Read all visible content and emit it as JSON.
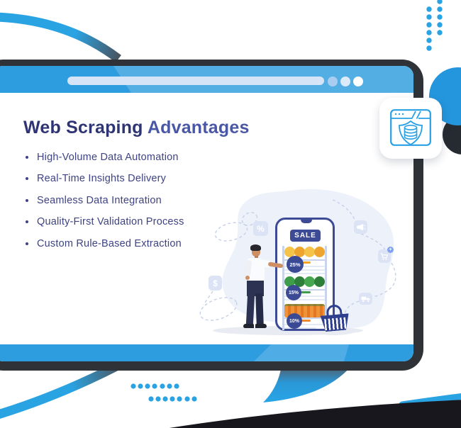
{
  "title": {
    "primary": "Web Scraping",
    "accent": "Advantages"
  },
  "bullets": [
    {
      "label": "High-Volume Data Automation"
    },
    {
      "label": "Real-Time Insights Delivery"
    },
    {
      "label": "Seamless Data Integration"
    },
    {
      "label": "Quality-First Validation Process"
    },
    {
      "label": "Custom Rule-Based Extraction"
    }
  ],
  "browser": {
    "titlebar_color": "#2E9DDF",
    "frame_color": "#2F3337"
  },
  "illustration": {
    "sale_badge": "SALE",
    "discounts": [
      {
        "label": "25%"
      },
      {
        "label": "15%"
      },
      {
        "label": "10%"
      }
    ],
    "percent_glyph": "%",
    "dollar_glyph": "$",
    "cart_plus_glyph": "+"
  },
  "colors": {
    "accent_blue": "#2AA3E3",
    "navy": "#3D4B96",
    "title_primary": "#2E3474",
    "title_accent": "#4A57A6"
  }
}
